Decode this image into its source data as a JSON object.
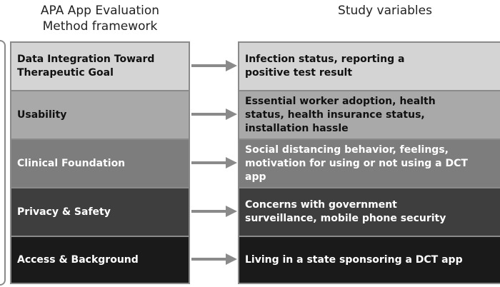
{
  "headings": {
    "left": "APA App Evaluation Method framework",
    "right": "Study variables"
  },
  "rows": [
    {
      "framework": "Data Integration Toward Therapeutic Goal",
      "variables": "Infection status, reporting a positive test result"
    },
    {
      "framework": "Usability",
      "variables": "Essential worker adoption, health status, health insurance status, installation hassle"
    },
    {
      "framework": "Clinical Foundation",
      "variables": "Social distancing behavior, feelings, motivation for using or not using a DCT app"
    },
    {
      "framework": "Privacy & Safety",
      "variables": "Concerns with government surveillance, mobile phone security"
    },
    {
      "framework": "Access & Background",
      "variables": "Living in a state sponsoring a DCT app"
    }
  ],
  "colors": {
    "row_fills": [
      "#d4d4d4",
      "#a9a9a9",
      "#7d7d7d",
      "#3e3e3e",
      "#1a1a1a"
    ],
    "arrow": "#8a8a8a",
    "border": "#8a8a8a"
  }
}
